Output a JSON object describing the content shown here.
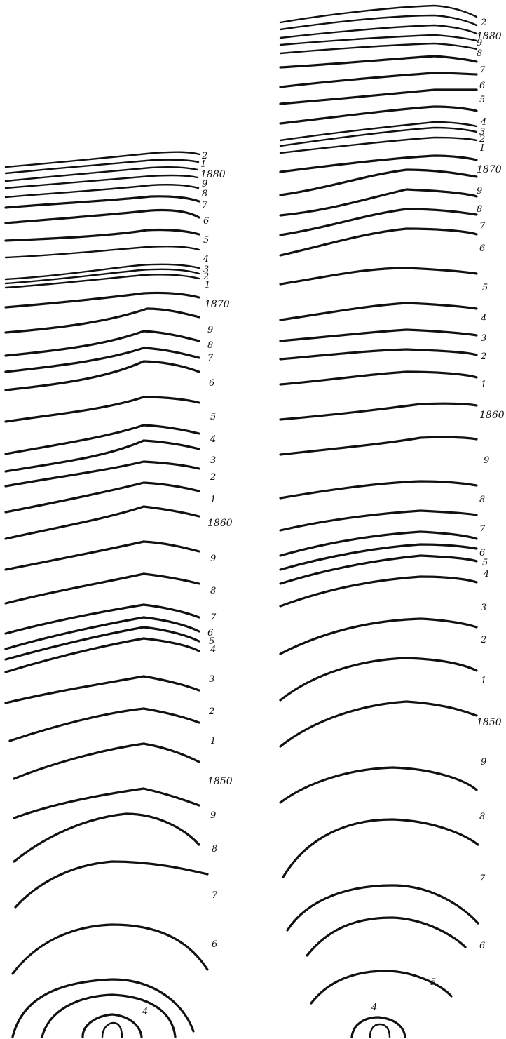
{
  "colors": {
    "ink": "#111111",
    "paper": "#ffffff"
  },
  "left_labels": [
    "2",
    "1",
    "1880",
    "9",
    "8",
    "7",
    "6",
    "5",
    "4",
    "3",
    "2",
    "1",
    "1870",
    "9",
    "8",
    "7",
    "6",
    "5",
    "4",
    "3",
    "2",
    "1",
    "1860",
    "9",
    "8",
    "7",
    "6",
    "5",
    "4",
    "3",
    "2",
    "1",
    "1850",
    "9",
    "8",
    "7",
    "6",
    "4"
  ],
  "right_labels": [
    "2",
    "1880",
    "9",
    "8",
    "7",
    "6",
    "5",
    "4",
    "3",
    "2",
    "1",
    "1870",
    "9",
    "8",
    "7",
    "6",
    "5",
    "4",
    "3",
    "2",
    "1",
    "1860",
    "9",
    "8",
    "7",
    "6",
    "5",
    "4",
    "3",
    "2",
    "1",
    "1850",
    "9",
    "8",
    "7",
    "6",
    "5",
    "4"
  ]
}
